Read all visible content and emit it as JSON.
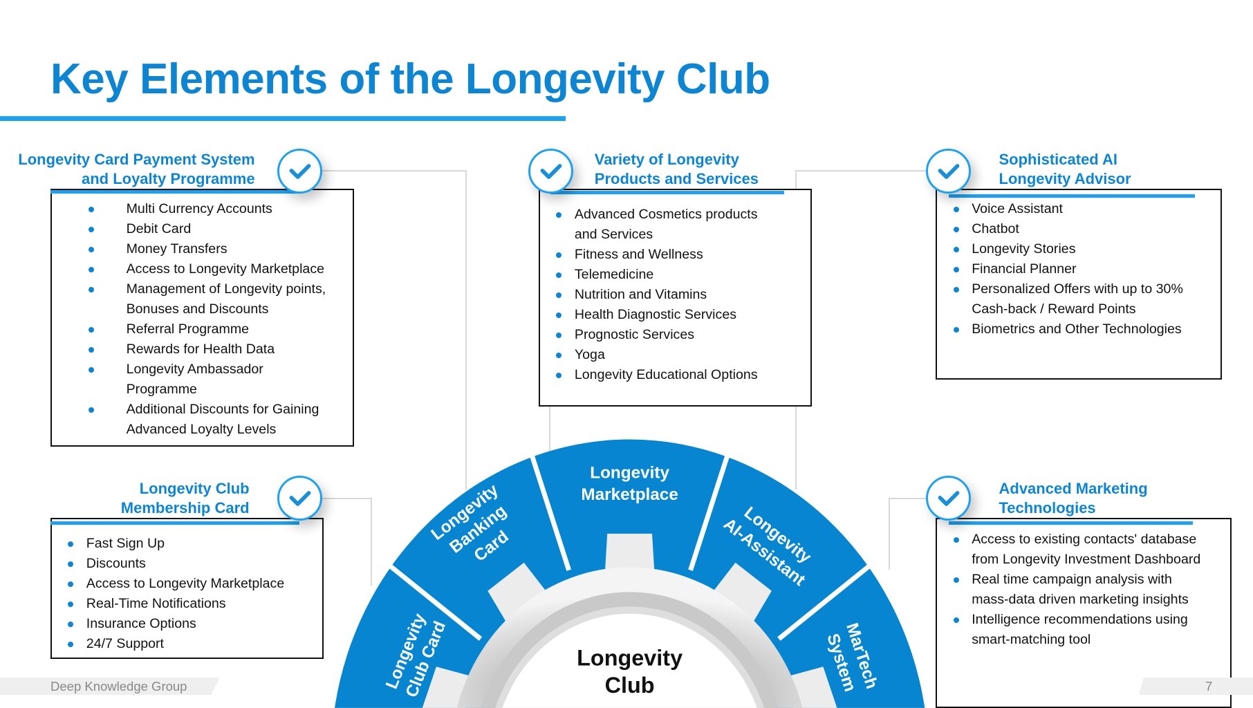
{
  "title": "Key Elements of the Longevity Club",
  "sections": [
    {
      "title_lines": [
        "Longevity Card Payment System",
        "and Loyalty Programme"
      ],
      "items": [
        "Multi Currency Accounts",
        "Debit Card",
        "Money Transfers",
        "Access to Longevity Marketplace",
        "Management of Longevity points,\nBonuses and Discounts",
        "Referral Programme",
        "Rewards for Health Data",
        "Longevity Ambassador\nProgramme",
        "Additional Discounts for Gaining\nAdvanced Loyalty Levels"
      ]
    },
    {
      "title_lines": [
        "Variety of Longevity",
        "Products and Services"
      ],
      "items": [
        "Advanced Cosmetics products\nand Services",
        "Fitness and Wellness",
        "Telemedicine",
        "Nutrition and Vitamins",
        "Health Diagnostic Services",
        "Prognostic Services",
        "Yoga",
        "Longevity Educational Options"
      ]
    },
    {
      "title_lines": [
        "Sophisticated AI",
        "Longevity Advisor"
      ],
      "items": [
        "Voice Assistant",
        "Chatbot",
        "Longevity Stories",
        "Financial Planner",
        "Personalized Offers with up to 30%\nCash-back / Reward Points",
        "Biometrics and Other Technologies"
      ]
    },
    {
      "title_lines": [
        "Longevity Club",
        "Membership Card"
      ],
      "items": [
        "Fast Sign Up",
        "Discounts",
        "Access to Longevity Marketplace",
        "Real-Time Notifications",
        "Insurance Options",
        "24/7 Support"
      ]
    },
    {
      "title_lines": [
        "Advanced Marketing",
        "Technologies"
      ],
      "items": [
        "Access to existing contacts' database\nfrom Longevity Investment Dashboard",
        "Real time campaign analysis with\nmass-data driven marketing insights",
        "Intelligence recommendations using\nsmart-matching tool"
      ]
    }
  ],
  "wheel": {
    "center_lines": [
      "Longevity",
      "Club"
    ],
    "segments": [
      {
        "lines": [
          "Longevity",
          "Club Card"
        ]
      },
      {
        "lines": [
          "Longevity",
          "Banking",
          "Card"
        ]
      },
      {
        "lines": [
          "Longevity",
          "Marketplace"
        ]
      },
      {
        "lines": [
          "Longevity",
          "AI-Assistant"
        ]
      },
      {
        "lines": [
          "MarTech",
          "System"
        ]
      }
    ]
  },
  "footer": {
    "company": "Deep Knowledge Group",
    "page": "7"
  },
  "colors": {
    "brand": "#0d85d3",
    "accent": "#1ea2f0",
    "wheel": "#0785d0"
  }
}
